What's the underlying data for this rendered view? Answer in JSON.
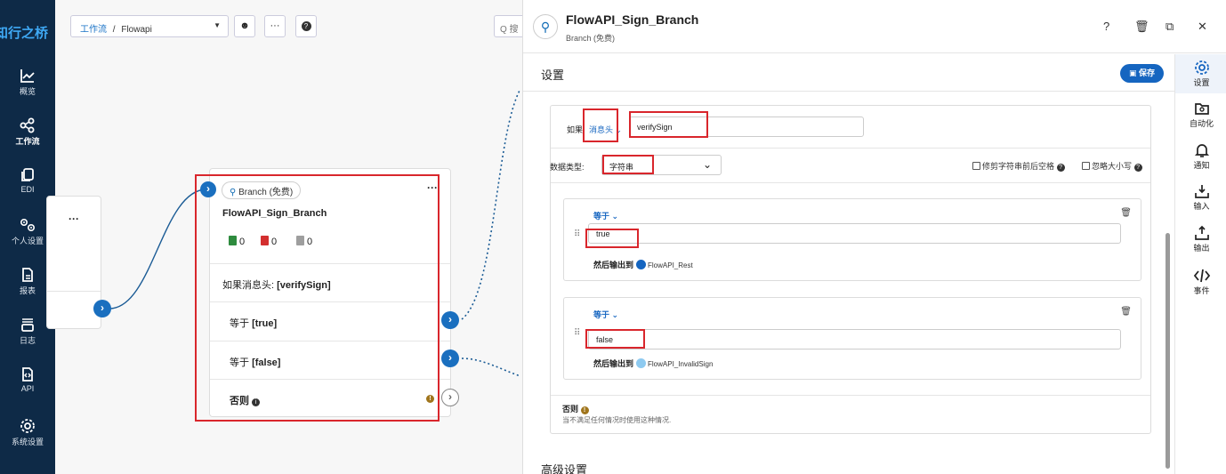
{
  "app": {
    "logo_text": "知行之桥"
  },
  "nav": {
    "items": [
      {
        "label": "概览",
        "icon": "chart-icon"
      },
      {
        "label": "工作流",
        "icon": "workflow-icon"
      },
      {
        "label": "EDI",
        "icon": "copy-icon"
      },
      {
        "label": "个人设置",
        "icon": "gears-icon"
      },
      {
        "label": "报表",
        "icon": "report-icon"
      },
      {
        "label": "日志",
        "icon": "log-icon"
      },
      {
        "label": "API",
        "icon": "api-icon"
      },
      {
        "label": "系统设置",
        "icon": "settings-icon"
      }
    ]
  },
  "toolbar": {
    "breadcrumb_root": "工作流",
    "breadcrumb_sep": "/",
    "breadcrumb_current": "Flowapi",
    "search_placeholder": "Q 搜"
  },
  "canvas": {
    "branch_node": {
      "type_label": "Branch (免费)",
      "name": "FlowAPI_Sign_Branch",
      "counts": {
        "success": "0",
        "error": "0",
        "pending": "0"
      },
      "condition_label": "如果消息头: ",
      "condition_value": "[verifySign]",
      "cases": [
        {
          "prefix": "等于 ",
          "value": "[true]"
        },
        {
          "prefix": "等于 ",
          "value": "[false]"
        }
      ],
      "else_label": "否则"
    }
  },
  "panel": {
    "title": "FlowAPI_Sign_Branch",
    "subtitle": "Branch (免费)",
    "section_title": "设置",
    "save_label": "保存",
    "if_label": "如果",
    "header_type": "消息头",
    "header_value": "verifySign",
    "data_type_label": "数据类型:",
    "data_type_value": "字符串",
    "trim_label": "修剪字符串前后空格",
    "ignore_case_label": "忽略大小写",
    "cases": [
      {
        "op": "等于",
        "value": "true",
        "output_label": "然后输出到",
        "target": "FlowAPI_Rest"
      },
      {
        "op": "等于",
        "value": "false",
        "output_label": "然后输出到",
        "target": "FlowAPI_InvalidSign"
      }
    ],
    "else_title": "否则",
    "else_desc": "当不满足任何情况时使用这种情况.",
    "advanced_title": "高级设置"
  },
  "right_tabs": [
    {
      "label": "设置",
      "icon": "gear-icon"
    },
    {
      "label": "自动化",
      "icon": "folder-gear-icon"
    },
    {
      "label": "通知",
      "icon": "bell-icon"
    },
    {
      "label": "输入",
      "icon": "inbox-download-icon"
    },
    {
      "label": "输出",
      "icon": "inbox-upload-icon"
    },
    {
      "label": "事件",
      "icon": "code-icon"
    }
  ],
  "colors": {
    "nav_bg": "#0e2a47",
    "accent": "#1565c0",
    "highlight": "#d9262c"
  }
}
